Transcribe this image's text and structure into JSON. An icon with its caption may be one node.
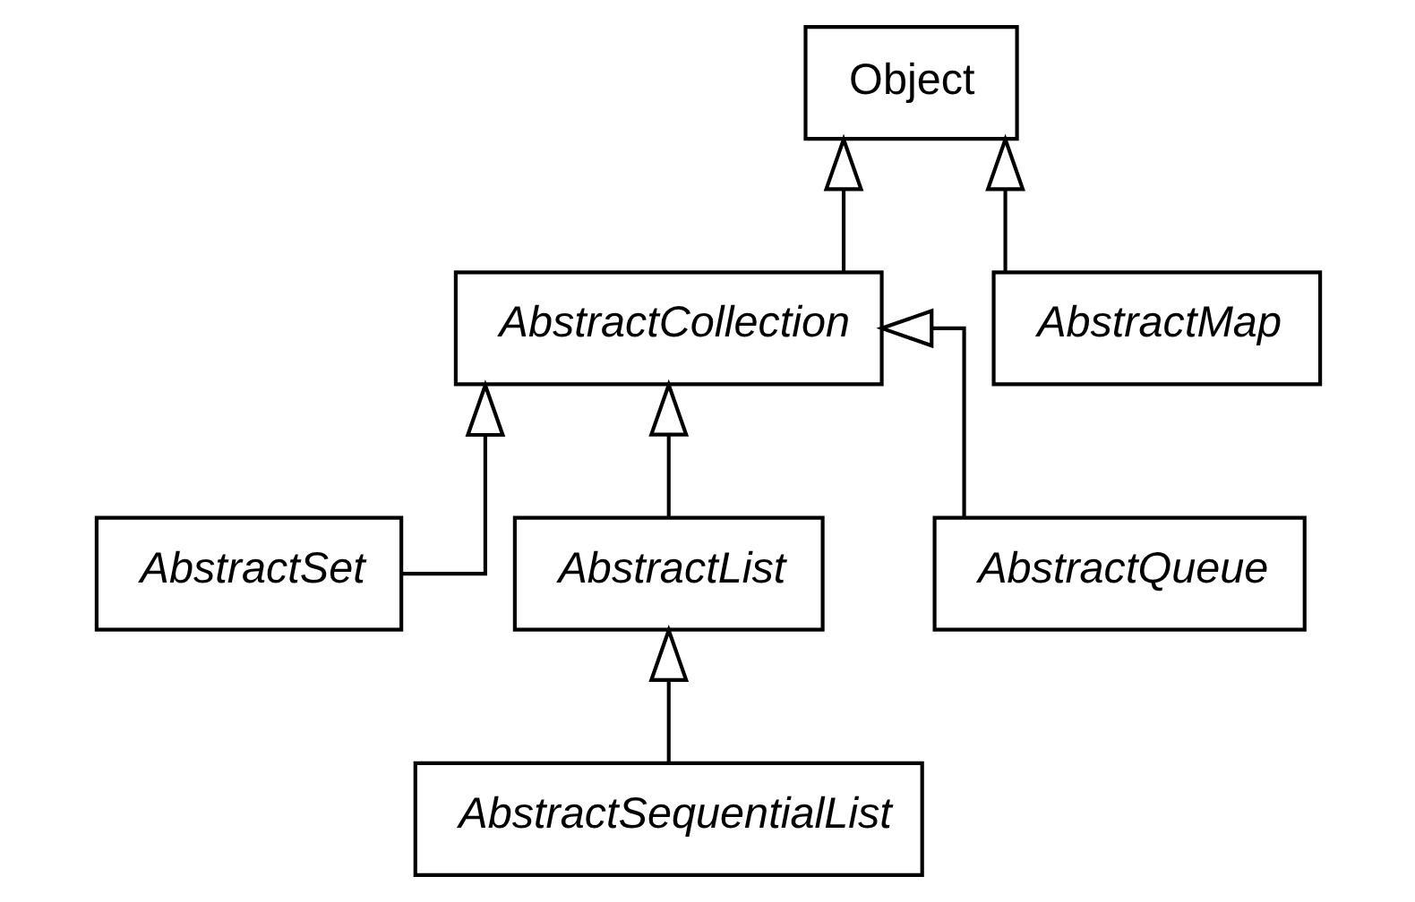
{
  "diagram": {
    "nodes": [
      {
        "text": [
          "Object"
        ]
      },
      {
        "text": [
          "AbstractCollection"
        ]
      },
      {
        "text": [
          "AbstractMap"
        ]
      },
      {
        "text": [
          "AbstractSet"
        ]
      },
      {
        "text": [
          "AbstractList"
        ]
      },
      {
        "text": [
          "AbstractQueue"
        ]
      },
      {
        "text": [
          "AbstractSequentialList"
        ]
      }
    ],
    "edges": [
      {
        "from": 1,
        "to": 0,
        "arrow": "to"
      },
      {
        "from": 2,
        "to": 0,
        "arrow": "to"
      },
      {
        "from": 3,
        "to": 1,
        "arrow": "to"
      },
      {
        "from": 4,
        "to": 1,
        "arrow": "to"
      },
      {
        "from": 5,
        "to": 1,
        "arrow": "to"
      },
      {
        "from": 6,
        "to": 4,
        "arrow": "to"
      }
    ]
  }
}
